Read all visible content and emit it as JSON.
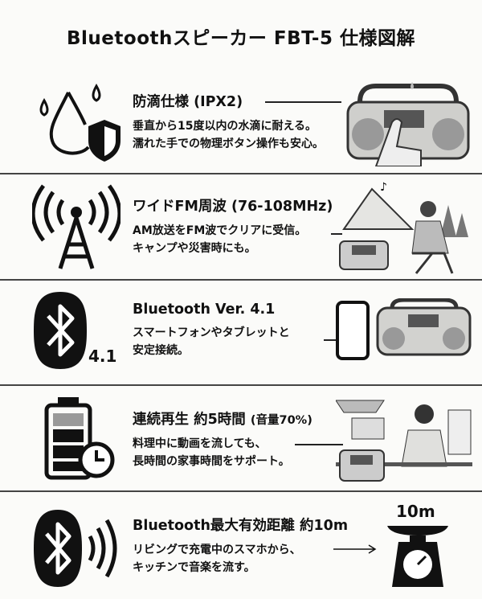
{
  "title": "Bluetoothスピーカー FBT-5 仕様図解",
  "features": [
    {
      "heading": "防滴仕様 (IPX2)",
      "lines": [
        "垂直から15度以内の水滴に耐える。",
        "濡れた手での物理ボタン操作も安心。"
      ],
      "icon": "water-drop-shield-icon"
    },
    {
      "heading": "ワイドFM周波 (76-108MHz)",
      "lines": [
        "AM放送をFM波でクリアに受信。",
        "キャンプや災害時にも。"
      ],
      "icon": "radio-antenna-icon"
    },
    {
      "heading": "Bluetooth Ver. 4.1",
      "lines": [
        "スマートフォンやタブレットと",
        "安定接続。"
      ],
      "icon": "bluetooth-icon",
      "badge": "4.1"
    },
    {
      "heading": "連続再生 約5時間",
      "heading_note": "(音量70%)",
      "lines": [
        "料理中に動画を流しても、",
        "長時間の家事時間をサポート。"
      ],
      "icon": "battery-clock-icon"
    },
    {
      "heading": "Bluetooth最大有効距離 約10m",
      "lines": [
        "リビングで充電中のスマホから、",
        "キッチンで音楽を流す。"
      ],
      "icon": "bluetooth-signal-icon",
      "scale_label": "10m"
    }
  ]
}
